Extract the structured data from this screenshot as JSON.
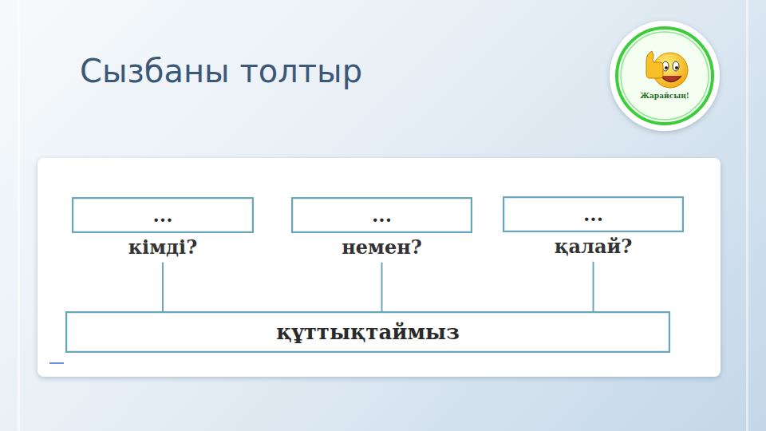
{
  "diagram": {
    "title": "Сызбаны толтыр",
    "nodes": [
      {
        "text": [
          "...",
          "кімді?"
        ]
      },
      {
        "text": [
          "...",
          "немен?"
        ]
      },
      {
        "text": [
          "...",
          "қалай?"
        ]
      },
      {
        "text": [
          "құттықтаймыз"
        ]
      }
    ],
    "edges": [
      {
        "from": 0,
        "to": 3,
        "arrow": "none"
      },
      {
        "from": 1,
        "to": 3,
        "arrow": "none"
      },
      {
        "from": 2,
        "to": 3,
        "arrow": "none"
      }
    ],
    "labels": [
      "Жарайсың!"
    ]
  }
}
